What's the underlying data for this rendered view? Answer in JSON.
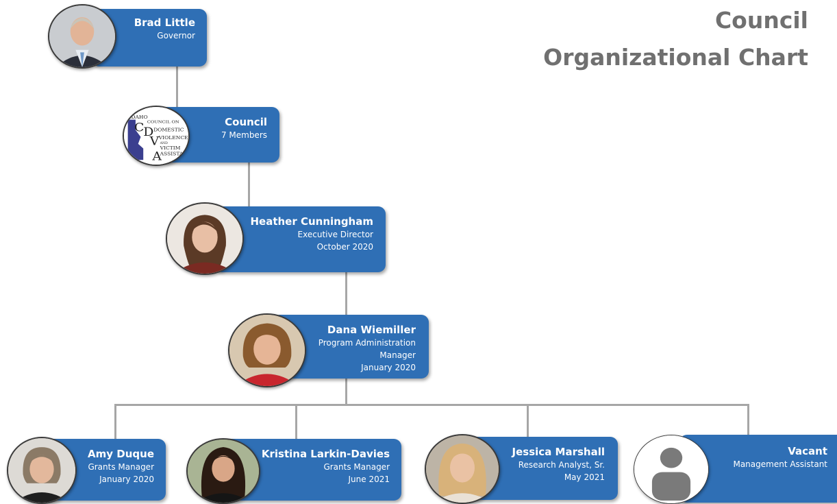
{
  "title": {
    "line1": "Council",
    "line2": "Organizational Chart"
  },
  "nodes": [
    {
      "id": "brad",
      "name": "Brad Little",
      "lines": [
        "Governor"
      ],
      "photo": "portrait-photo"
    },
    {
      "id": "council",
      "name": "Council",
      "lines": [
        "7 Members"
      ],
      "photo": "idaho-council-logo"
    },
    {
      "id": "heather",
      "name": "Heather Cunningham",
      "lines": [
        "Executive Director",
        "October 2020"
      ],
      "photo": "portrait-photo"
    },
    {
      "id": "dana",
      "name": "Dana Wiemiller",
      "lines": [
        "Program Administration",
        "Manager",
        "January 2020"
      ],
      "photo": "portrait-photo"
    },
    {
      "id": "amy",
      "name": "Amy Duque",
      "lines": [
        "Grants Manager",
        "January 2020"
      ],
      "photo": "portrait-photo"
    },
    {
      "id": "kristina",
      "name": "Kristina Larkin-Davies",
      "lines": [
        "Grants Manager",
        "June 2021"
      ],
      "photo": "portrait-photo"
    },
    {
      "id": "jessica",
      "name": "Jessica Marshall",
      "lines": [
        "Research Analyst, Sr.",
        "May 2021"
      ],
      "photo": "portrait-photo"
    },
    {
      "id": "vacant",
      "name": "Vacant",
      "lines": [
        "Management Assistant"
      ],
      "photo": "person-placeholder-icon"
    }
  ],
  "logo": {
    "lines": [
      "IDAHO",
      "COUNCIL ON",
      "DOMESTIC",
      "VIOLENCE",
      "AND",
      "VICTIM",
      "ASSISTANCE"
    ],
    "initials": [
      "C",
      "D",
      "V",
      "A"
    ]
  },
  "colors": {
    "card": "#2f6fb5",
    "connector": "#a6a6a6",
    "title": "#707070"
  }
}
